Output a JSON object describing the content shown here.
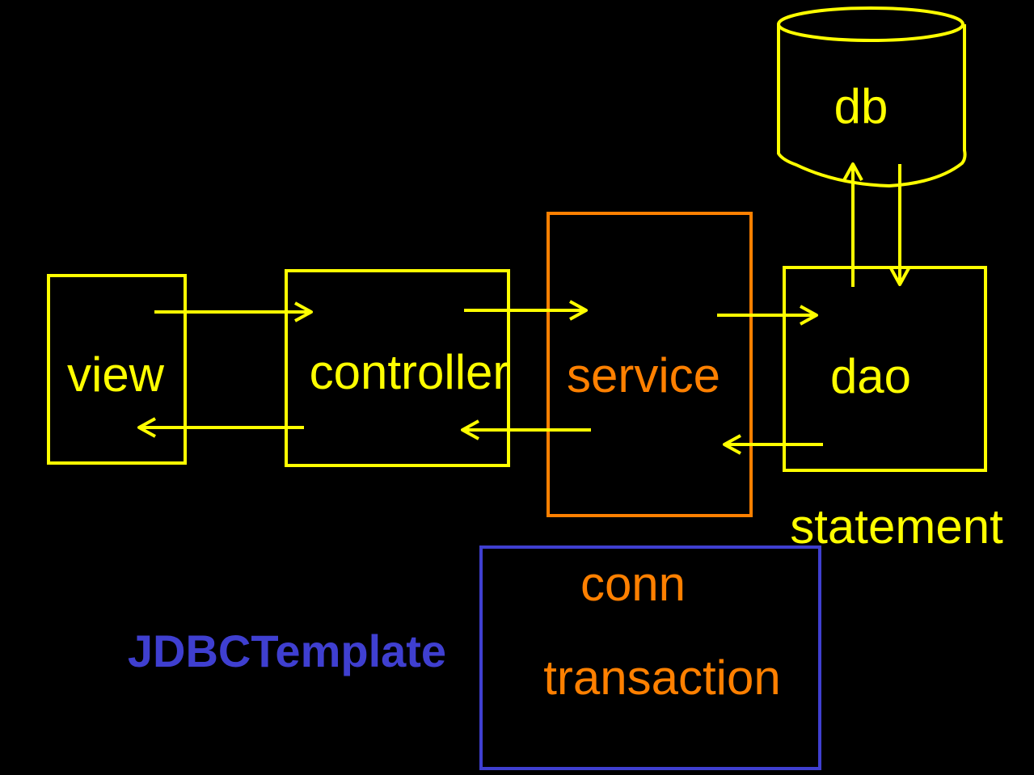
{
  "colors": {
    "background": "#000000",
    "flow": "#FFFF00",
    "service": "#FF8000",
    "template": "#3F3FD0"
  },
  "nodes": {
    "view": "view",
    "controller": "controller",
    "service": "service",
    "dao": "dao",
    "db": "db"
  },
  "labels": {
    "statement": "statement",
    "conn": "conn",
    "transaction": "transaction",
    "jdbc_template": "JDBCTemplate"
  }
}
